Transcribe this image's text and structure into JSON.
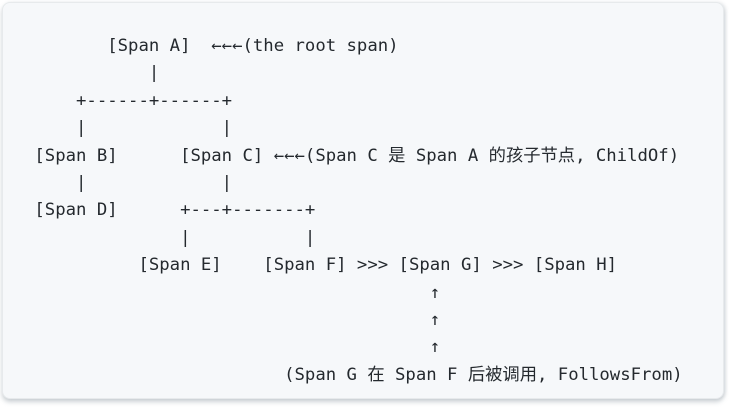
{
  "colors": {
    "page_background": "#ffffff",
    "panel_background": "#f6f8fa",
    "panel_border": "#e7eaec",
    "text": "#24292e"
  },
  "code_block": {
    "lines": [
      "        [Span A]  ←←←(the root span)",
      "            |",
      "     +------+------+",
      "     |             |",
      " [Span B]      [Span C] ←←←(Span C 是 Span A 的孩子节点, ChildOf)",
      "     |             |",
      " [Span D]      +---+-------+",
      "               |           |",
      "           [Span E]    [Span F] >>> [Span G] >>> [Span H]",
      "                                       ↑",
      "                                       ↑",
      "                                       ↑",
      "                         (Span G 在 Span F 后被调用, FollowsFrom)"
    ]
  },
  "semantics": {
    "nodes": [
      "Span A",
      "Span B",
      "Span C",
      "Span D",
      "Span E",
      "Span F",
      "Span G",
      "Span H"
    ],
    "annotations": [
      "(the root span)",
      "(Span C 是 Span A 的孩子节点, ChildOf)",
      "(Span G 在 Span F 后被调用, FollowsFrom)"
    ],
    "arrow_glyphs": [
      "←←←",
      "↑",
      ">>>"
    ]
  }
}
